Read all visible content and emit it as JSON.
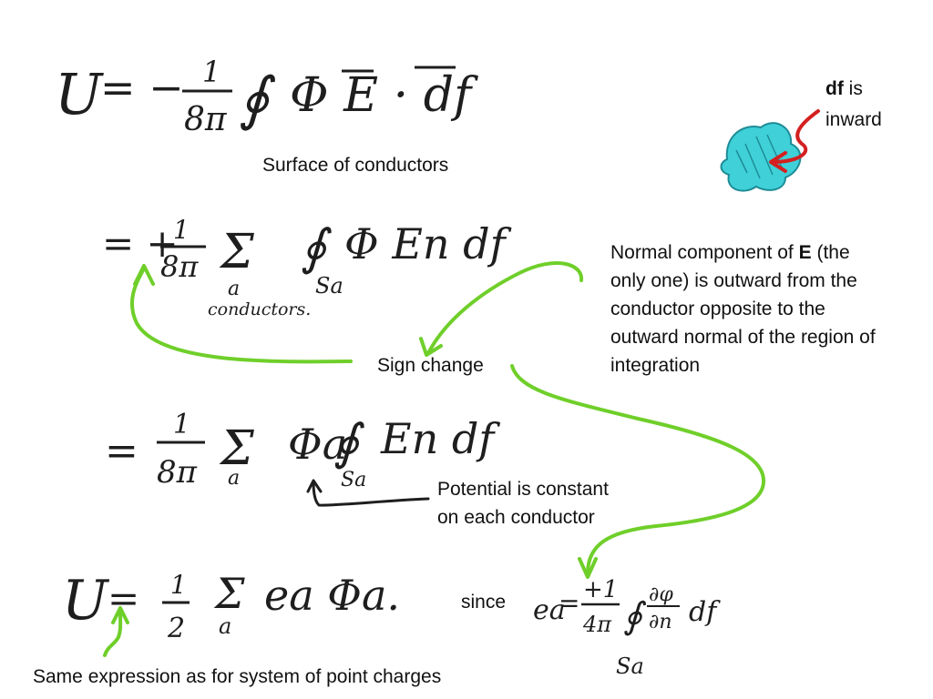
{
  "labels": {
    "surface": "Surface of conductors",
    "df_bold": "df",
    "df_is": " is",
    "df_inward": "inward",
    "normal_line1_a": "Normal component of ",
    "normal_line1_bold": "E",
    "normal_line1_b": " (the",
    "normal_line2": "only one) is outward from the",
    "normal_line3": "conductor opposite to the",
    "normal_line4": "outward normal of the region of",
    "normal_line5": "integration",
    "sign_change": "Sign change",
    "potential_line1": "Potential is constant",
    "potential_line2": "on each conductor",
    "since": "since",
    "same_expr": "Same expression as for system of point charges"
  },
  "equations": {
    "eq1_lhs": "U",
    "eq1_eq": "= −",
    "eq1_num": "1",
    "eq1_den": "8π",
    "eq1_oint": "∮",
    "eq1_body": "Φ E · df",
    "eq2_eq": "= +",
    "eq2_num": "1",
    "eq2_den": "8π",
    "eq2_sum": "Σ",
    "eq2_sum_sub": "a",
    "eq2_sum_note": "conductors.",
    "eq2_oint": "∮",
    "eq2_oint_sub": "Sa",
    "eq2_body": "Φ En df",
    "eq3_eq": "=",
    "eq3_num": "1",
    "eq3_den": "8π",
    "eq3_sum": "Σ",
    "eq3_sum_sub": "a",
    "eq3_phi": "Φa",
    "eq3_oint": "∮",
    "eq3_oint_sub": "Sa",
    "eq3_body": "En df",
    "eq4_lhs": "U",
    "eq4_eq": "=",
    "eq4_num": "1",
    "eq4_den": "2",
    "eq4_sum": "Σ",
    "eq4_sum_sub": "a",
    "eq4_body": "ea Φa.",
    "eq5_lhs": "ea",
    "eq5_eq": "=",
    "eq5_num": "+1",
    "eq5_den": "4π",
    "eq5_oint": "∮",
    "eq5_oint_sub": "Sa",
    "eq5_partial_num": "∂φ",
    "eq5_partial_den": "∂n",
    "eq5_df": "df"
  },
  "colors": {
    "ink": "#1e1e1e",
    "green_arrow": "#6fcf2a",
    "red_arrow": "#d42020",
    "blob_fill": "#3fd0d8"
  }
}
